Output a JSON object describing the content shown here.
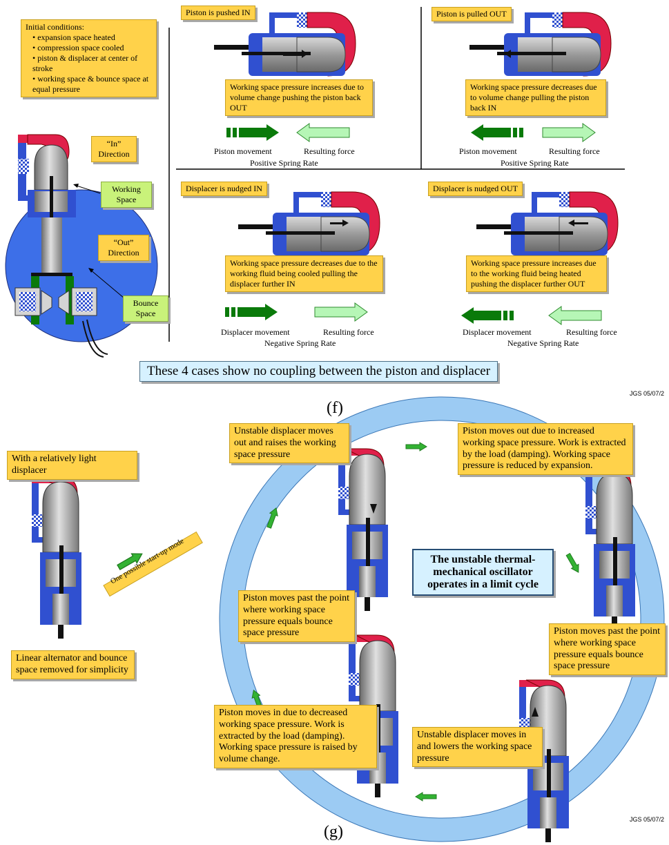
{
  "top": {
    "initial_title": "Initial conditions:",
    "initial_items": [
      "expansion space heated",
      "compression space cooled",
      "piston & displacer at center of stroke",
      "working space & bounce space at equal pressure"
    ],
    "in_direction": "“In” Direction",
    "out_direction": "“Out” Direction",
    "working_space": "Working Space",
    "bounce_space": "Bounce Space",
    "panels": [
      {
        "tag": "Piston is pushed IN",
        "box": "Working space pressure increases due to volume change pushing the piston back OUT",
        "cap1": "Piston movement",
        "cap2": "Resulting force",
        "rate": "Positive Spring Rate"
      },
      {
        "tag": "Piston is pulled OUT",
        "box": "Working space pressure decreases due to volume change pulling the piston back IN",
        "cap1": "Piston movement",
        "cap2": "Resulting force",
        "rate": "Positive Spring Rate"
      },
      {
        "tag": "Displacer is nudged IN",
        "box": "Working space pressure decreases due to the working fluid being cooled pulling the displacer further IN",
        "cap1": "Displacer movement",
        "cap2": "Resulting force",
        "rate": "Negative Spring Rate"
      },
      {
        "tag": "Displacer is nudged OUT",
        "box": "Working space pressure increases due to the working fluid being heated pushing the displacer further OUT",
        "cap1": "Displacer movement",
        "cap2": "Resulting force",
        "rate": "Negative Spring Rate"
      }
    ],
    "note": "These 4 cases show no coupling between the piston and displacer",
    "jgs": "JGS 05/07/2",
    "label": "(f)"
  },
  "bottom": {
    "light_displacer": "With a relatively light displacer",
    "startup": "One possible start-up mode",
    "linear_alt": "Linear alternator and bounce space removed for simplicity",
    "unstable_out": "Unstable displacer moves out and raises the working space pressure",
    "piston_out": "Piston moves out due to increased working space pressure. Work is extracted by the load (damping). Working space pressure is reduced by expansion.",
    "center": "The unstable thermal-mechanical oscillator operates in a limit cycle",
    "past_left": "Piston moves past the point where working space pressure equals bounce space pressure",
    "past_right": "Piston moves past the point where working space pressure equals bounce space pressure",
    "piston_in": "Piston moves in due to decreased working space pressure. Work is extracted by the load (damping). Working space pressure is raised by volume change.",
    "unstable_in": "Unstable displacer moves in and lowers the working space pressure",
    "jgs": "JGS 05/07/2",
    "label": "(g)"
  }
}
